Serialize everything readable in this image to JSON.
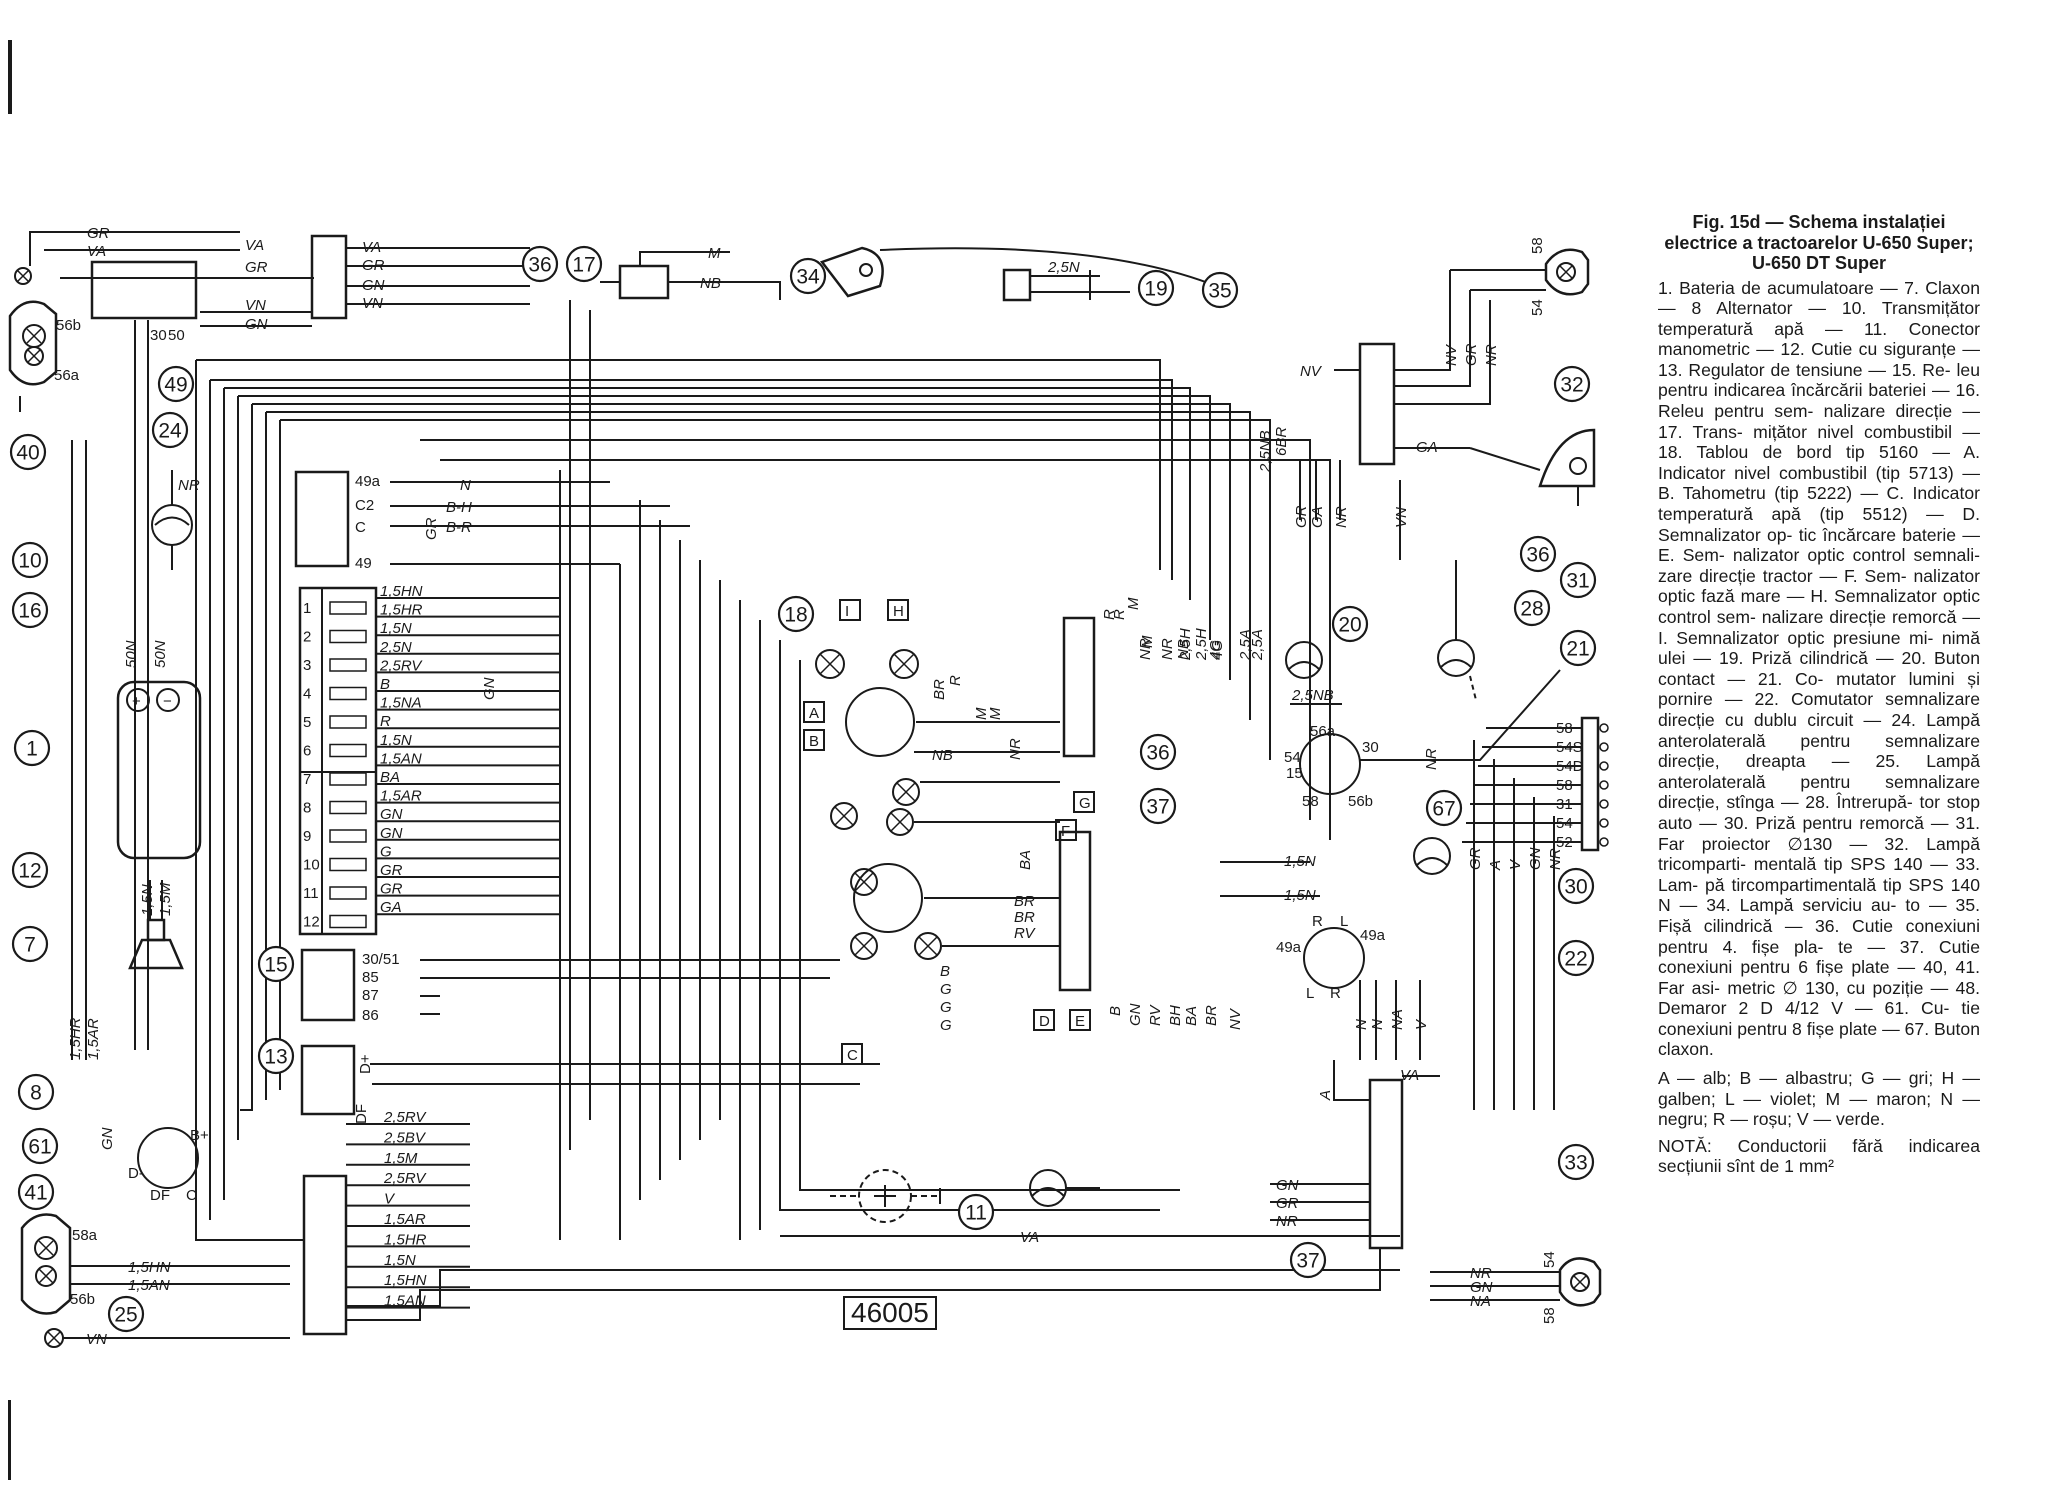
{
  "legend": {
    "title": "Fig. 15d — Schema instalației electrice a tractoarelor U-650 Super; U-650 DT Super",
    "items": [
      "1. Bateria de acumulatoare —",
      "7. Claxon — 8 Alternator —",
      "10. Transmițător temperatură apă",
      "— 11. Conector manometric —",
      "12. Cutie cu siguranțe — 13.",
      "Regulator de tensiune — 15. Re-",
      "leu pentru indicarea încărcării",
      "bateriei — 16. Releu pentru sem-",
      "nalizare direcție — 17. Trans-",
      "mițător nivel combustibil — 18.",
      "Tablou de bord tip 5160 — A.",
      "Indicator nivel combustibil (tip",
      "5713) — B. Tahometru (tip 5222)",
      "— C. Indicator temperatură apă",
      "(tip 5512) — D. Semnalizator op-",
      "tic încărcare baterie — E. Sem-",
      "nalizator optic control semnali-",
      "zare direcție tractor — F. Sem-",
      "nalizator optic fază mare — H.",
      "Semnalizator optic control sem-",
      "nalizare direcție remorcă — I.",
      "Semnalizator optic presiune mi-",
      "nimă ulei — 19. Priză cilindrică",
      "— 20. Buton contact — 21. Co-",
      "mutator lumini și pornire — 22.",
      "Comutator semnalizare direcție",
      "cu dublu circuit — 24. Lampă",
      "anterolaterală pentru semnalizare",
      "direcție, dreapta — 25. Lampă",
      "anterolaterală pentru semnalizare",
      "direcție, stînga — 28. Întrerupă-",
      "tor stop auto — 30. Priză pentru",
      "remorcă — 31. Far proiector",
      "∅130 — 32. Lampă tricomparti-",
      "mentală tip SPS 140 — 33. Lam-",
      "pă tircompartimentală tip SPS",
      "140 N — 34. Lampă serviciu au-",
      "to — 35. Fișă cilindrică — 36.",
      "Cutie conexiuni pentru 4. fișe pla-",
      "te — 37. Cutie conexiuni pentru",
      "6 fișe plate — 40, 41. Far asi-",
      "metric ∅ 130, cu poziție — 48.",
      "Demaror 2 D 4/12 V — 61. Cu-",
      "tie conexiuni pentru 8 fișe plate",
      "— 67. Buton claxon."
    ],
    "colors": "A — alb; B — albastru; G — gri; H — galben; L — violet; M — maron; N — negru; R — roșu; V — verde.",
    "note": "NOTĂ: Conductorii fără indicarea secțiunii sînt de 1 mm²"
  },
  "stamp": "46005",
  "callouts": [
    "1",
    "7",
    "8",
    "10",
    "11",
    "12",
    "13",
    "15",
    "16",
    "17",
    "18",
    "19",
    "20",
    "21",
    "22",
    "24",
    "25",
    "28",
    "30",
    "31",
    "32",
    "33",
    "34",
    "35",
    "36",
    "36",
    "36",
    "37",
    "37",
    "40",
    "41",
    "49",
    "61",
    "67"
  ],
  "fuse_box": {
    "positions": [
      "1",
      "2",
      "3",
      "4",
      "5",
      "6",
      "7",
      "8",
      "9",
      "10",
      "11",
      "12"
    ],
    "wires": [
      "1,5HN",
      "1,5HR",
      "1,5N",
      "2,5N",
      "2,5RV",
      "B",
      "1,5NA",
      "R",
      "1,5N",
      "1,5AN",
      "BA",
      "1,5AR",
      "GN",
      "GN",
      "G",
      "GR",
      "GR",
      "GA"
    ]
  },
  "relay_16_pins": [
    "49a",
    "C2",
    "C",
    "49"
  ],
  "relay_16_wires": [
    "N",
    "B-H",
    "B-R"
  ],
  "relay_15_pins": [
    "30/51",
    "85",
    "87",
    "86"
  ],
  "regulator_13_pins": [
    "D+",
    "DF"
  ],
  "alternator_pins": [
    "B+",
    "D-",
    "DF",
    "C"
  ],
  "connector_61_wires": [
    "2,5RV",
    "2,5BV",
    "1,5M",
    "2,5RV",
    "V",
    "1,5AR",
    "1,5HR",
    "1,5N",
    "1,5HN",
    "1,5AN"
  ],
  "top_wires": [
    "GR",
    "VA",
    "VA",
    "GR",
    "VN",
    "GN",
    "VA",
    "GR",
    "GN",
    "VN",
    "M",
    "NB",
    "2,5N"
  ],
  "battery_labels": [
    "50N",
    "50N",
    "+",
    "−"
  ],
  "horn_wires": [
    "1,5N",
    "1,5M"
  ],
  "left_wires": [
    "1,5HR",
    "1,5AR",
    "GN",
    "NR"
  ],
  "lamp_40_pins": [
    "56b",
    "56a"
  ],
  "lamp_41_pins": [
    "58a",
    "56b",
    "1,5HN",
    "1,5AN"
  ],
  "lamp_25_wire": "VN",
  "dashboard": {
    "indicators": [
      "A",
      "B",
      "C",
      "D",
      "E",
      "F",
      "G",
      "H",
      "I"
    ],
    "wires": [
      "BR",
      "R",
      "M",
      "NB",
      "NR",
      "M",
      "BA",
      "BR",
      "BR",
      "RV",
      "B",
      "G",
      "G",
      "G",
      "M",
      "R",
      "M",
      "NR",
      "NB",
      "2,5H",
      "4G",
      "2,5A",
      "B",
      "GN",
      "RV",
      "BH",
      "BA",
      "BR",
      "NV"
    ]
  },
  "ignition_20": [
    "2,5NB"
  ],
  "switch_21_pins": [
    "56a",
    "30",
    "54",
    "15",
    "58",
    "56b"
  ],
  "switch_22_pins": [
    "R",
    "L",
    "49a",
    "49a",
    "L",
    "R",
    "N",
    "N",
    "NA",
    "V"
  ],
  "wires_22": [
    "1,5N",
    "1,5N",
    "A",
    "VA"
  ],
  "socket_30_pins": [
    "58",
    "54S",
    "54D",
    "58",
    "31",
    "54",
    "52"
  ],
  "socket_30_wires": [
    "GR",
    "A",
    "V",
    "GN",
    "NR"
  ],
  "connector_36_right": [
    "NV",
    "GA",
    "GR",
    "GA",
    "NR",
    "VN",
    "2,5NB",
    "6BR"
  ],
  "lamp_32_pins": [
    "58",
    "54"
  ],
  "lamp_32_wires": [
    "NV",
    "GR",
    "NR"
  ],
  "lamp_33_pins": [
    "54",
    "58"
  ],
  "lamp_33_wires": [
    "NR",
    "GN",
    "NA"
  ],
  "connector_37_bottom": [
    "GN",
    "GR",
    "NR",
    "VA"
  ],
  "r_wires": [
    "R",
    "NR",
    "2,5H",
    "4G",
    "2,5A",
    "NR"
  ],
  "mid_wires": [
    "GR",
    "GN"
  ]
}
